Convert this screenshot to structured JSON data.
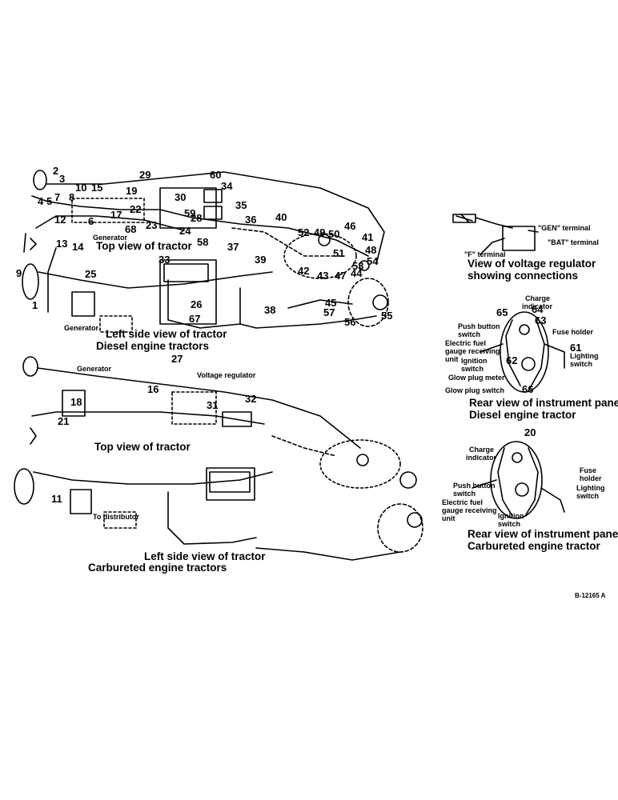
{
  "captions": {
    "top_diesel": "Top view of tractor",
    "left_diesel_1": "Left side view of tractor",
    "left_diesel_2": "Diesel engine tractors",
    "top_carb": "Top view of tractor",
    "left_carb_1": "Left side view of tractor",
    "left_carb_2": "Carbureted engine tractors",
    "regulator_1": "View of voltage regulator",
    "regulator_2": "showing connections",
    "panel_diesel_1": "Rear view of instrument panel",
    "panel_diesel_2": "Diesel engine tractor",
    "panel_carb_1": "Rear view of instrument panel",
    "panel_carb_2": "Carbureted engine tractor",
    "drawing_no": "B-12165 A"
  },
  "notes": {
    "generator_a": "Generator",
    "generator_b": "Generator",
    "generator_c": "Generator",
    "voltage_regulator": "Voltage regulator",
    "to_distributor": "To distributor",
    "gen_terminal": "\"GEN\" terminal",
    "bat_terminal": "\"BAT\" terminal",
    "f_terminal": "\"F\" terminal",
    "charge_indicator_1": "Charge",
    "charge_indicator_2": "indicator",
    "push_button_1": "Push button",
    "push_button_2": "switch",
    "fuel_gauge_1": "Electric fuel",
    "fuel_gauge_2": "gauge receiving",
    "fuel_gauge_3": "unit",
    "ignition_1": "Ignition",
    "ignition_2": "switch",
    "glow_meter": "Glow plug meter",
    "glow_switch": "Glow plug switch",
    "fuse_holder": "Fuse holder",
    "lighting_1": "Lighting",
    "lighting_2": "switch",
    "charge_indicator_c1": "Charge",
    "charge_indicator_c2": "indicator",
    "push_button_c1": "Push button",
    "push_button_c2": "switch",
    "fuel_gauge_c1": "Electric fuel",
    "fuel_gauge_c2": "gauge receiving",
    "fuel_gauge_c3": "unit",
    "ignition_c1": "Ignition",
    "ignition_c2": "switch",
    "fuse_c1": "Fuse",
    "fuse_c2": "holder",
    "lighting_c1": "Lighting",
    "lighting_c2": "switch"
  },
  "callouts": [
    "2",
    "3",
    "4",
    "5",
    "7",
    "8",
    "10",
    "15",
    "19",
    "29",
    "60",
    "34",
    "12",
    "6",
    "9",
    "17",
    "22",
    "23",
    "30",
    "59",
    "28",
    "35",
    "36",
    "13",
    "14",
    "68",
    "58",
    "24",
    "37",
    "40",
    "52",
    "49",
    "50",
    "46",
    "51",
    "41",
    "48",
    "54",
    "1",
    "33",
    "53",
    "25",
    "26",
    "67",
    "38",
    "39",
    "42",
    "43",
    "44",
    "45",
    "55",
    "56",
    "57",
    "21",
    "11",
    "18",
    "16",
    "27",
    "31",
    "32",
    "47",
    "61",
    "62",
    "63",
    "64",
    "65",
    "66",
    "20"
  ],
  "callout_labels": [
    {
      "t": "2"
    },
    {
      "t": "3"
    },
    {
      "t": "4"
    },
    {
      "t": "5"
    },
    {
      "t": "7"
    },
    {
      "t": "8"
    },
    {
      "t": "10"
    },
    {
      "t": "15"
    },
    {
      "t": "19"
    },
    {
      "t": "29"
    },
    {
      "t": "60"
    },
    {
      "t": "34"
    },
    {
      "t": "6"
    },
    {
      "t": "12"
    },
    {
      "t": "9"
    },
    {
      "t": "17"
    },
    {
      "t": "22"
    },
    {
      "t": "23"
    },
    {
      "t": "30"
    },
    {
      "t": "59"
    },
    {
      "t": "28"
    },
    {
      "t": "35"
    },
    {
      "t": "36"
    },
    {
      "t": "13"
    },
    {
      "t": "14"
    },
    {
      "t": "68"
    },
    {
      "t": "58"
    },
    {
      "t": "24"
    },
    {
      "t": "37"
    },
    {
      "t": "40"
    },
    {
      "t": "52"
    },
    {
      "t": "49"
    },
    {
      "t": "50"
    },
    {
      "t": "46"
    },
    {
      "t": "51"
    },
    {
      "t": "41"
    },
    {
      "t": "48"
    },
    {
      "t": "54"
    },
    {
      "t": "53"
    },
    {
      "t": "44"
    },
    {
      "t": "42"
    },
    {
      "t": "43"
    },
    {
      "t": "45"
    },
    {
      "t": "47"
    },
    {
      "t": "38"
    },
    {
      "t": "39"
    },
    {
      "t": "1"
    },
    {
      "t": "33"
    },
    {
      "t": "25"
    },
    {
      "t": "26"
    },
    {
      "t": "67"
    },
    {
      "t": "55"
    },
    {
      "t": "56"
    },
    {
      "t": "57"
    },
    {
      "t": "21"
    },
    {
      "t": "11"
    },
    {
      "t": "18"
    },
    {
      "t": "16"
    },
    {
      "t": "27"
    },
    {
      "t": "31"
    },
    {
      "t": "32"
    },
    {
      "t": "61"
    },
    {
      "t": "62"
    },
    {
      "t": "63"
    },
    {
      "t": "64"
    },
    {
      "t": "65"
    },
    {
      "t": "66"
    },
    {
      "t": "20"
    }
  ]
}
